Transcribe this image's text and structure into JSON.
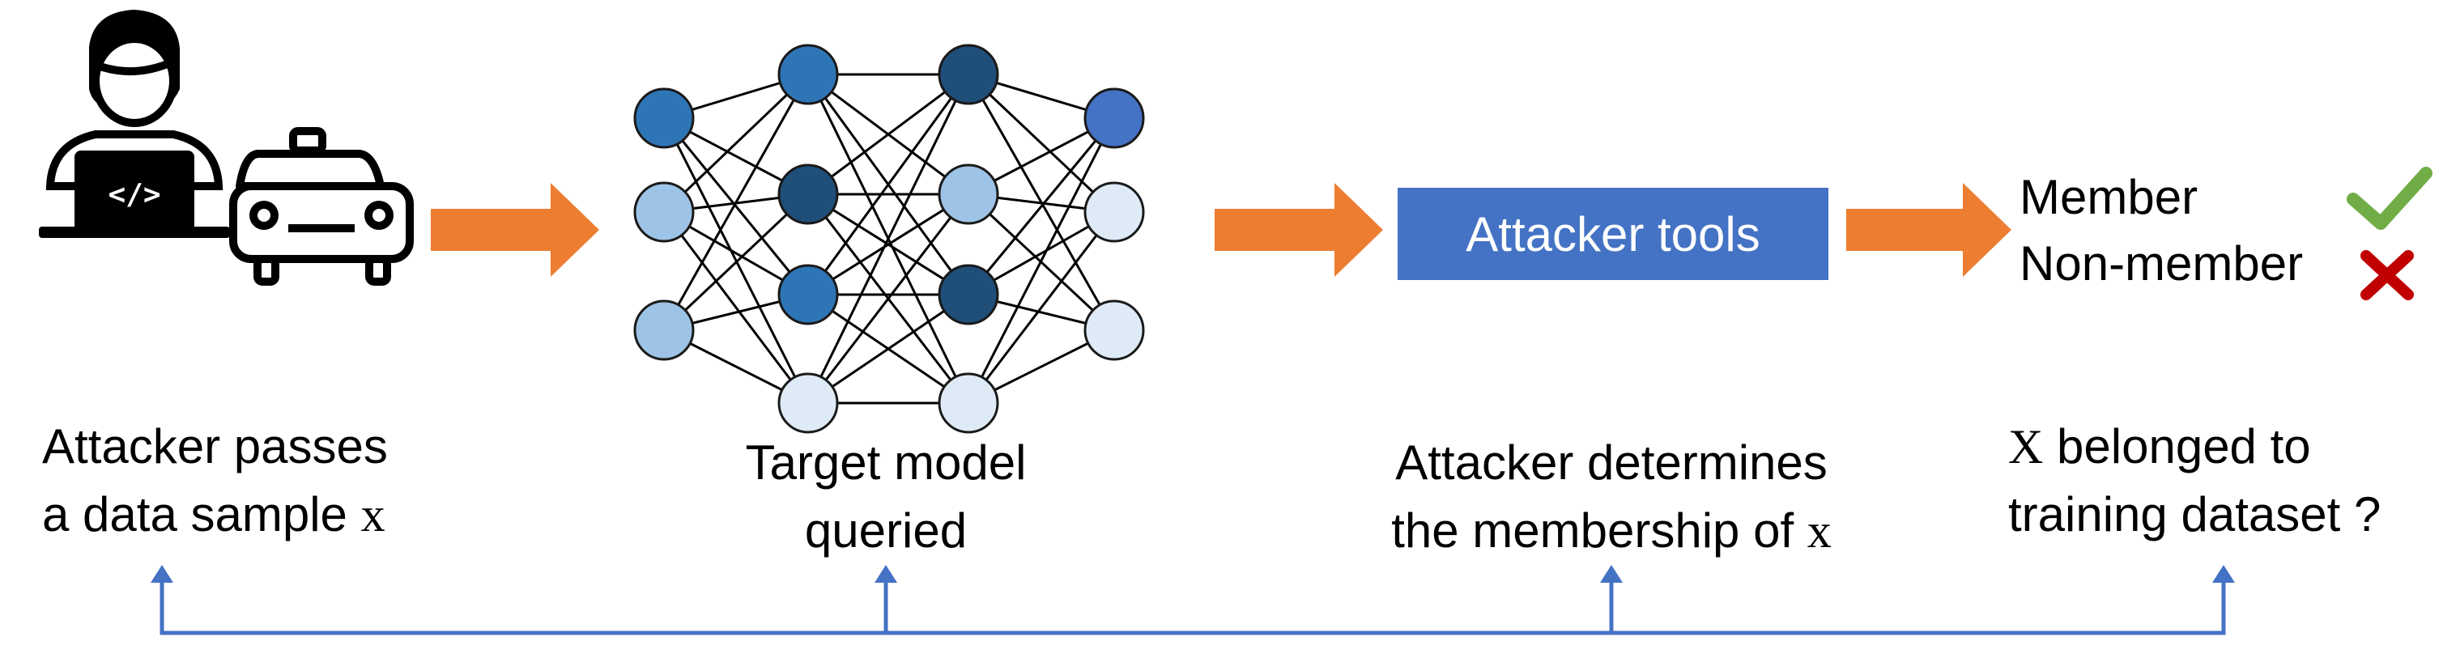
{
  "tools_box": {
    "label": "Attacker tools"
  },
  "outcomes": {
    "member": "Member",
    "non_member": "Non-member"
  },
  "captions": {
    "step1": {
      "line1": "Attacker passes",
      "line2_prefix": "a data sample ",
      "line2_var": "x"
    },
    "step2": {
      "line1": "Target model",
      "line2": "queried"
    },
    "step3": {
      "line1": "Attacker determines",
      "line2_prefix": "the membership of ",
      "line2_var": "x"
    },
    "step4": {
      "line1_var": "X",
      "line1_suffix": " belonged to",
      "line2": "training dataset ?"
    }
  },
  "icons": {
    "code_glyph": "</>",
    "attacker": "hacker-laptop-icon",
    "car": "car-icon",
    "check": "check-icon",
    "cross": "cross-icon"
  },
  "colors": {
    "orange_arrow": "#ED7D31",
    "tools_box": "#4472C4",
    "connector": "#4472C4",
    "check": "#70AD47",
    "cross": "#C00000",
    "node_shades": [
      "#2E75B6",
      "#9DC3E6",
      "#1F4E79",
      "#DEEBF7",
      "#4472C4"
    ]
  },
  "network": {
    "layers": [
      [
        "#2E75B6",
        "#9DC3E6",
        "#9DC3E6"
      ],
      [
        "#2E75B6",
        "#1F4E79",
        "#2E75B6",
        "#DEEBF7"
      ],
      [
        "#1F4E79",
        "#9DC3E6",
        "#1F4E79",
        "#DEEBF7"
      ],
      [
        "#4472C4",
        "#DEEBF7",
        "#DEEBF7"
      ]
    ]
  }
}
